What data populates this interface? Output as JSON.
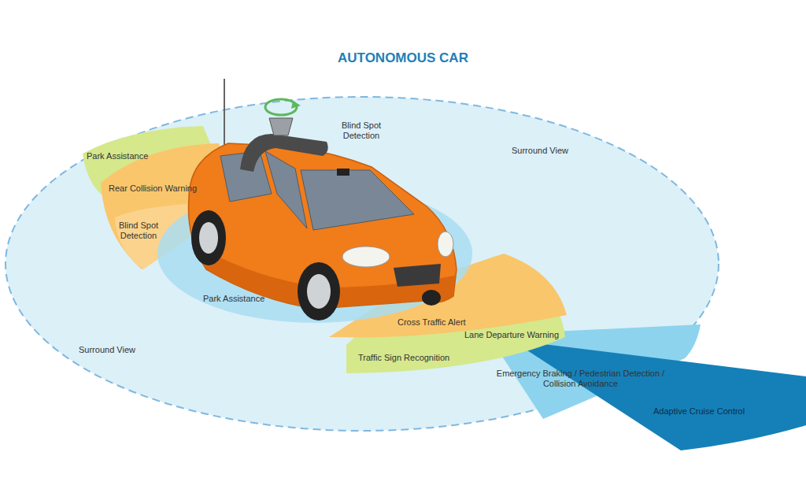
{
  "diagram": {
    "title": "AUTONOMOUS CAR",
    "labels": [
      "Park Assistance",
      "Blind Spot Detection",
      "Surround View",
      "Rear Collision Warning",
      "Blind Spot Detection",
      "Park Assistance",
      "Cross Traffic Alert",
      "Lane Departure Warning",
      "Surround View",
      "Traffic Sign Recognition",
      "Emergency Braking / Pedestrian Detection / Collision Avoidance",
      "Adaptive Cruise Control"
    ]
  }
}
